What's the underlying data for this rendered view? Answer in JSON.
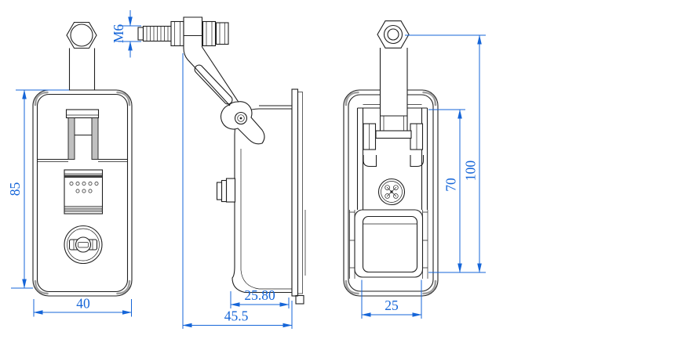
{
  "drawing": {
    "colors": {
      "line": "#1f1f1f",
      "dimension": "#1565d8",
      "shading": "#c0c0c0",
      "background": "#ffffff"
    },
    "views": {
      "front": {
        "dims": {
          "height": "85",
          "width": "40"
        }
      },
      "side": {
        "dims": {
          "thread": "M6",
          "inner_depth": "25.80",
          "overall_depth": "45.5"
        }
      },
      "back": {
        "dims": {
          "grip_height": "70",
          "overall_height": "100",
          "pad_width": "25"
        }
      }
    }
  }
}
